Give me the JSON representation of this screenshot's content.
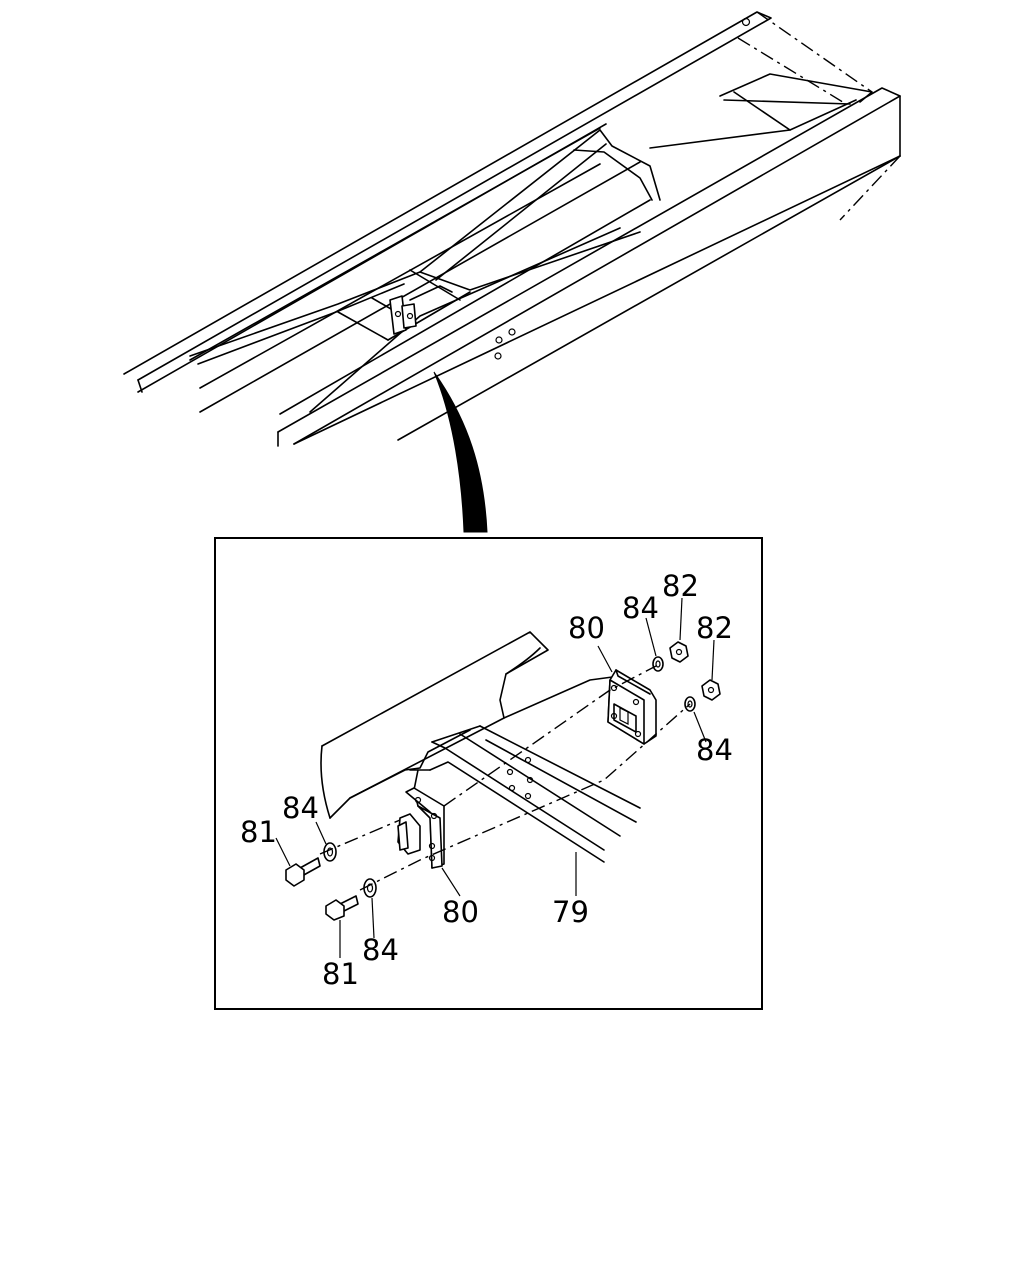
{
  "callouts": {
    "bracket_top": "80",
    "bracket_bottom": "80",
    "crossmember": "79",
    "bolt_upper": "81",
    "bolt_lower": "81",
    "nut_upper": "82",
    "nut_lower": "82",
    "washer_right_upper": "84",
    "washer_right_lower": "84",
    "washer_left_upper": "84",
    "washer_left_lower": "84"
  }
}
